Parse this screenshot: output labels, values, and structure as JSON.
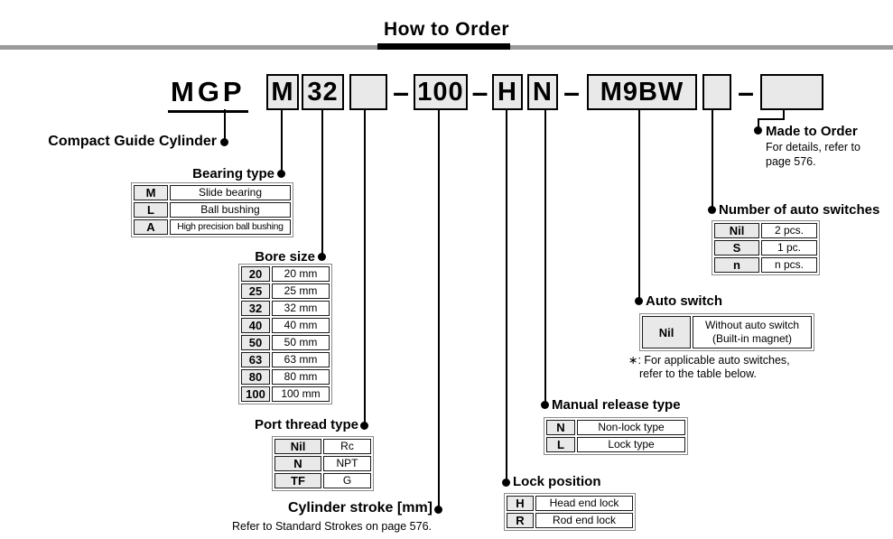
{
  "title": "How to Order",
  "part_number": {
    "prefix": "MGP",
    "dash": "–",
    "boxes": {
      "bearing": "M",
      "bore": "32",
      "port": "",
      "stroke": "100",
      "lock": "H",
      "release": "N",
      "auto_switch": "M9BW",
      "qty": "",
      "made_to_order": ""
    }
  },
  "sections": {
    "compact_guide": {
      "label": "Compact Guide Cylinder"
    },
    "bearing": {
      "title": "Bearing type",
      "rows": [
        {
          "code": "M",
          "desc": "Slide bearing"
        },
        {
          "code": "L",
          "desc": "Ball bushing"
        },
        {
          "code": "A",
          "desc": "High precision ball bushing"
        }
      ]
    },
    "bore": {
      "title": "Bore size",
      "rows": [
        {
          "code": "20",
          "desc": "20 mm"
        },
        {
          "code": "25",
          "desc": "25 mm"
        },
        {
          "code": "32",
          "desc": "32 mm"
        },
        {
          "code": "40",
          "desc": "40 mm"
        },
        {
          "code": "50",
          "desc": "50 mm"
        },
        {
          "code": "63",
          "desc": "63 mm"
        },
        {
          "code": "80",
          "desc": "80 mm"
        },
        {
          "code": "100",
          "desc": "100 mm"
        }
      ]
    },
    "port": {
      "title": "Port thread type",
      "rows": [
        {
          "code": "Nil",
          "desc": "Rc"
        },
        {
          "code": "N",
          "desc": "NPT"
        },
        {
          "code": "TF",
          "desc": "G"
        }
      ]
    },
    "stroke": {
      "title": "Cylinder stroke [mm]",
      "note": "Refer to Standard Strokes on page 576."
    },
    "lock_position": {
      "title": "Lock position",
      "rows": [
        {
          "code": "H",
          "desc": "Head end lock"
        },
        {
          "code": "R",
          "desc": "Rod end lock"
        }
      ]
    },
    "manual_release": {
      "title": "Manual release type",
      "rows": [
        {
          "code": "N",
          "desc": "Non-lock type"
        },
        {
          "code": "L",
          "desc": "Lock type"
        }
      ]
    },
    "auto_switch": {
      "title": "Auto switch",
      "rows": [
        {
          "code": "Nil",
          "desc_line1": "Without auto switch",
          "desc_line2": "(Built-in magnet)"
        }
      ],
      "note_line1": "∗: For applicable auto switches,",
      "note_line2": "refer to the table below."
    },
    "switch_qty": {
      "title": "Number of auto switches",
      "rows": [
        {
          "code": "Nil",
          "desc": "2 pcs."
        },
        {
          "code": "S",
          "desc": "1 pc."
        },
        {
          "code": "n",
          "desc": "n pcs."
        }
      ]
    },
    "made_to_order": {
      "title": "Made to Order",
      "note_line1": "For details, refer to",
      "note_line2": "page 576."
    }
  },
  "colors": {
    "box_fill": "#e9e9e9",
    "rule_gray": "#9b9b9b",
    "line": "#000000"
  }
}
